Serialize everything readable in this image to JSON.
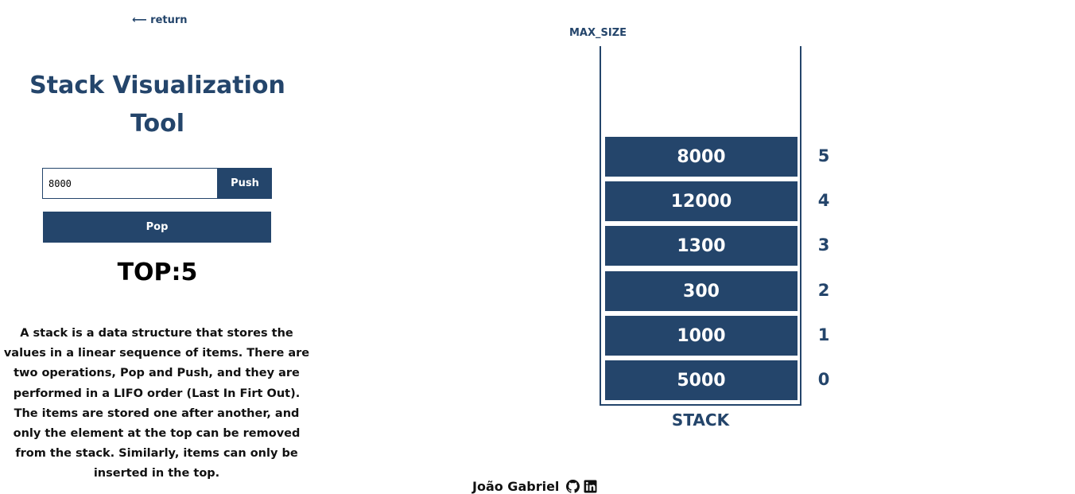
{
  "nav": {
    "return_label": "⟵ return"
  },
  "title": "Stack Visualization Tool",
  "controls": {
    "input_value": "8000",
    "push_label": "Push",
    "pop_label": "Pop"
  },
  "top_display": "TOP:5",
  "description": "A stack is a data structure that stores the values in a linear sequence of items. There are two operations, Pop and Push, and they are performed in a LIFO order (Last In Firt Out). The items are stored one after another, and only the element at the top can be removed from the stack. Similarly, items can only be inserted in the top.",
  "stack": {
    "max_size_label": "MAX_SIZE",
    "label": "STACK",
    "items": [
      {
        "index": "0",
        "value": "5000"
      },
      {
        "index": "1",
        "value": "1000"
      },
      {
        "index": "2",
        "value": "300"
      },
      {
        "index": "3",
        "value": "1300"
      },
      {
        "index": "4",
        "value": "12000"
      },
      {
        "index": "5",
        "value": "8000"
      }
    ]
  },
  "footer": {
    "author": "João Gabriel",
    "icons": [
      "github-icon",
      "linkedin-icon"
    ]
  },
  "colors": {
    "primary": "#24456b",
    "text": "#111111",
    "background": "#ffffff"
  }
}
